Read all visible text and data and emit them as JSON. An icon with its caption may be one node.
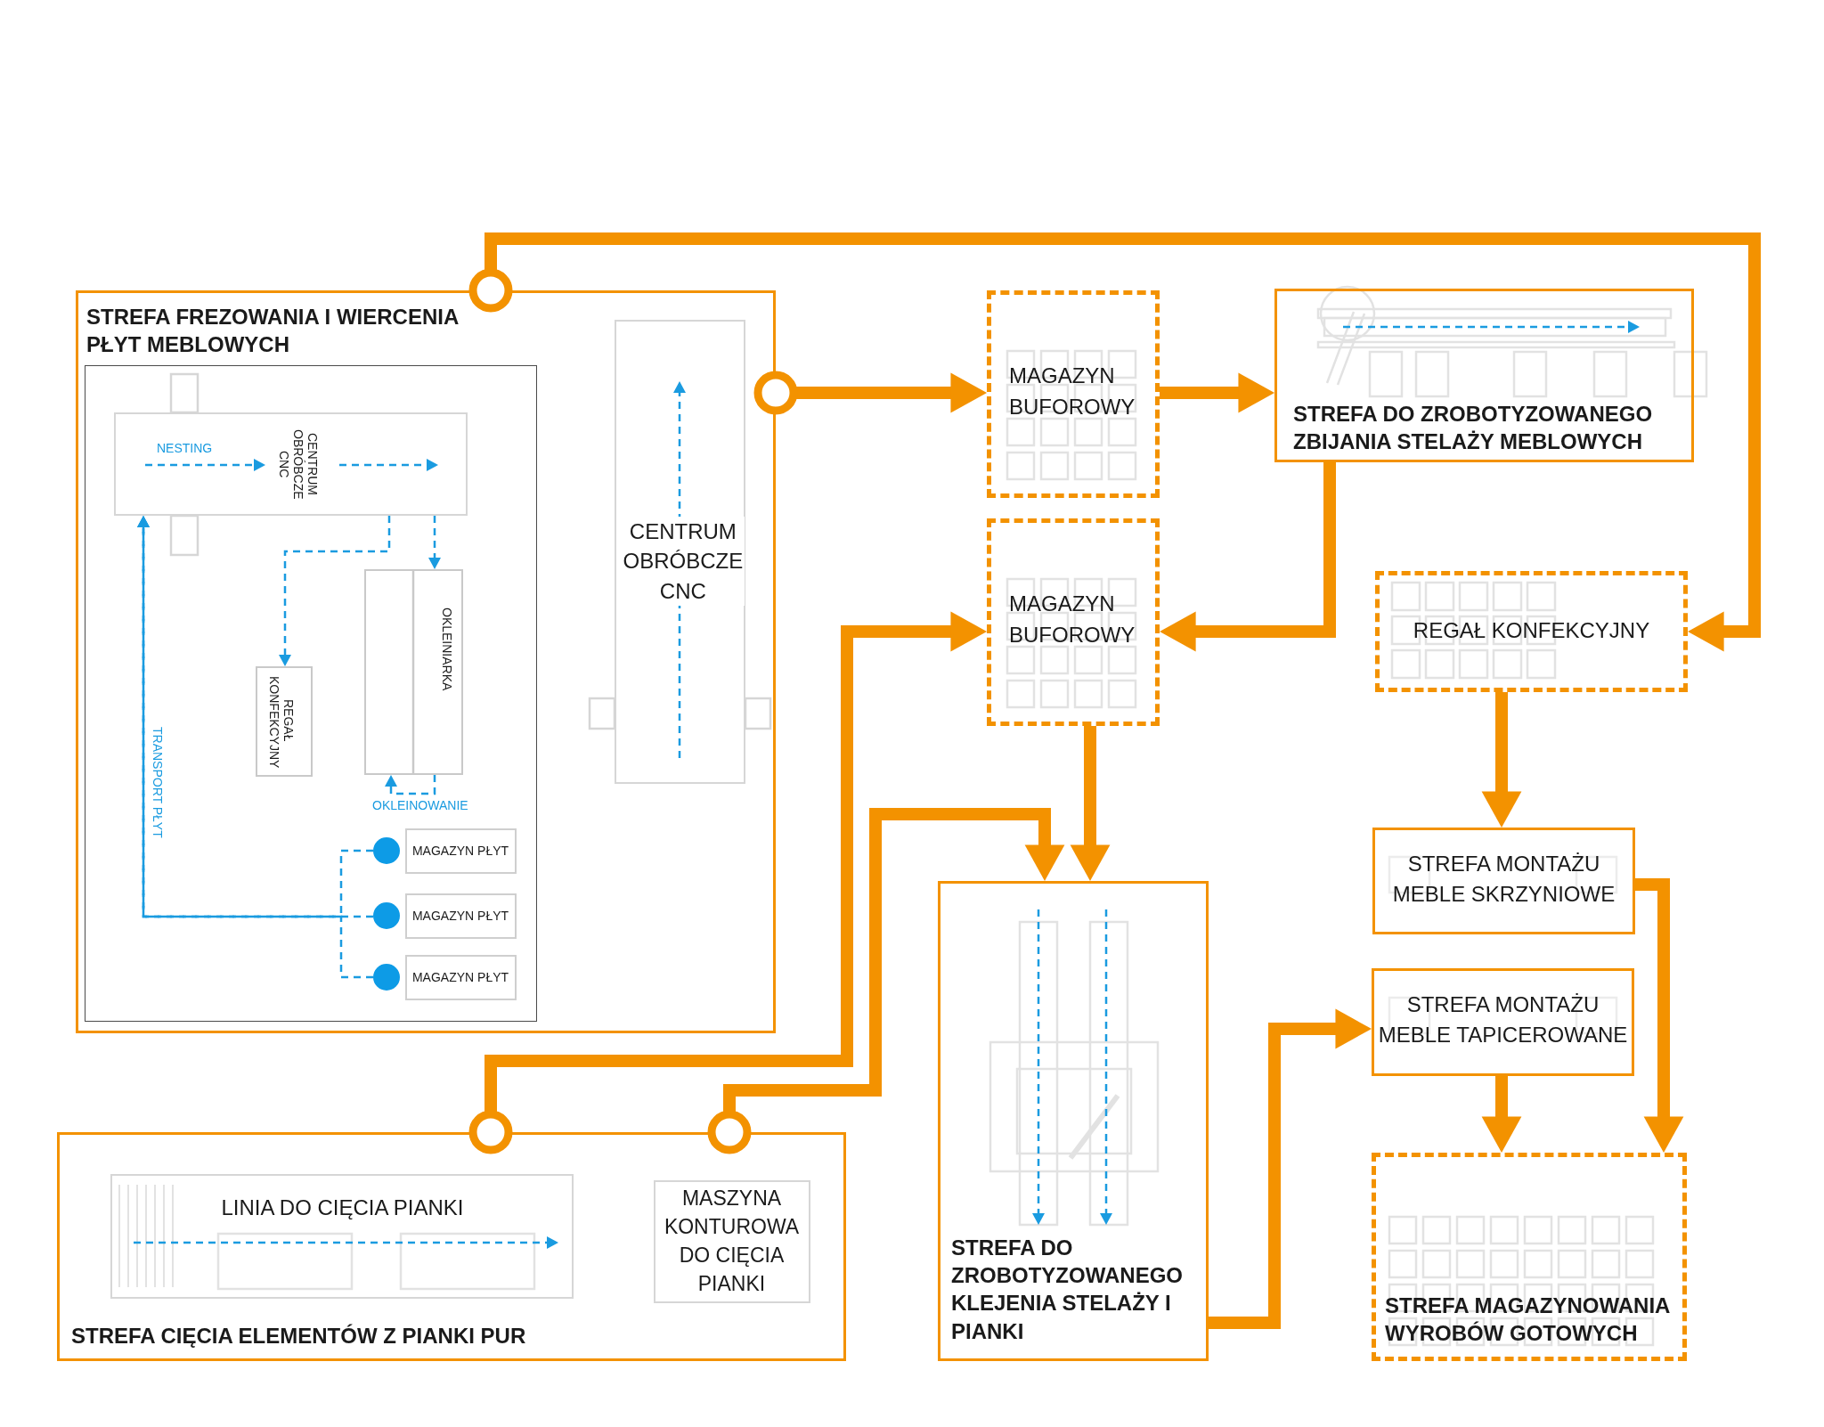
{
  "diagram": {
    "nodes": [
      {
        "text": [
          "STREFA FREZOWANIA I WIERCENIA PŁYT MEBLOWYCH"
        ]
      },
      {
        "text": [],
        "shape": "box",
        "in": 0
      },
      {
        "text": [
          "CENTRUM OBRÓBCZE CNC"
        ],
        "in": 1
      },
      {
        "text": [
          "REGAŁ KONFEKCYJNY"
        ],
        "in": 1
      },
      {
        "text": [
          "OKLEINIARKA"
        ],
        "in": 1
      },
      {
        "text": [
          "MAGAZYN PŁYT"
        ],
        "in": 1
      },
      {
        "text": [
          "MAGAZYN PŁYT"
        ],
        "in": 1
      },
      {
        "text": [
          "MAGAZYN PŁYT"
        ],
        "in": 1
      },
      {
        "text": [
          "CENTRUM OBRÓBCZE CNC"
        ],
        "in": 0
      },
      {
        "text": [
          "MAGAZYN BUFOROWY"
        ]
      },
      {
        "text": [
          "STREFA DO ZROBOTYZOWANEGO ZBIJANIA STELAŻY MEBLOWYCH"
        ]
      },
      {
        "text": [
          "MAGAZYN BUFOROWY"
        ]
      },
      {
        "text": [
          "REGAŁ KONFEKCYJNY"
        ]
      },
      {
        "text": [
          "STREFA MONTAŻU MEBLE SKRZYNIOWE"
        ]
      },
      {
        "text": [
          "STREFA MONTAŻU MEBLE TAPICEROWANE"
        ]
      },
      {
        "text": [
          "STREFA CIĘCIA ELEMENTÓW Z PIANKI PUR"
        ]
      },
      {
        "text": [
          "LINIA DO CIĘCIA PIANKI"
        ],
        "in": 15
      },
      {
        "text": [
          "MASZYNA KONTUROWA DO CIĘCIA PIANKI"
        ],
        "in": 15
      },
      {
        "text": [
          "STREFA DO ZROBOTYZOWANEGO KLEJENIA STELAŻY I PIANKI"
        ]
      },
      {
        "text": [
          "STREFA MAGAZYNOWANIA WYROBÓW GOTOWYCH"
        ]
      }
    ],
    "edges": [
      {
        "from": 0,
        "to": 9,
        "arrow": "to"
      },
      {
        "from": 9,
        "to": 10,
        "arrow": "to"
      },
      {
        "from": 10,
        "to": 11,
        "arrow": "to"
      },
      {
        "from": 0,
        "to": 12,
        "arrow": "to"
      },
      {
        "from": 15,
        "to": 11,
        "arrow": "to"
      },
      {
        "from": 15,
        "to": 18,
        "arrow": "to"
      },
      {
        "from": 11,
        "to": 18,
        "arrow": "to"
      },
      {
        "from": 12,
        "to": 13,
        "arrow": "to"
      },
      {
        "from": 18,
        "to": 14,
        "arrow": "to"
      },
      {
        "from": 13,
        "to": 19,
        "arrow": "to"
      },
      {
        "from": 14,
        "to": 19,
        "arrow": "to"
      },
      {
        "from": 5,
        "to": 2,
        "arrow": "to",
        "style": "dashed",
        "color": "#1a9be0"
      },
      {
        "from": 6,
        "to": 2,
        "arrow": "to",
        "style": "dashed",
        "color": "#1a9be0",
        "label": "TRANSPORT PŁYT"
      },
      {
        "from": 7,
        "to": 2,
        "arrow": "to",
        "style": "dashed",
        "color": "#1a9be0"
      },
      {
        "from": 2,
        "to": 4,
        "arrow": "to",
        "style": "dashed",
        "color": "#1a9be0"
      },
      {
        "from": 2,
        "to": 3,
        "arrow": "to",
        "style": "dashed",
        "color": "#1a9be0"
      },
      {
        "from": 4,
        "to": 4,
        "arrow": "to",
        "style": "dashed",
        "color": "#1a9be0",
        "label": "OKLEINOWANIE"
      }
    ],
    "labels": [
      "NESTING"
    ]
  }
}
